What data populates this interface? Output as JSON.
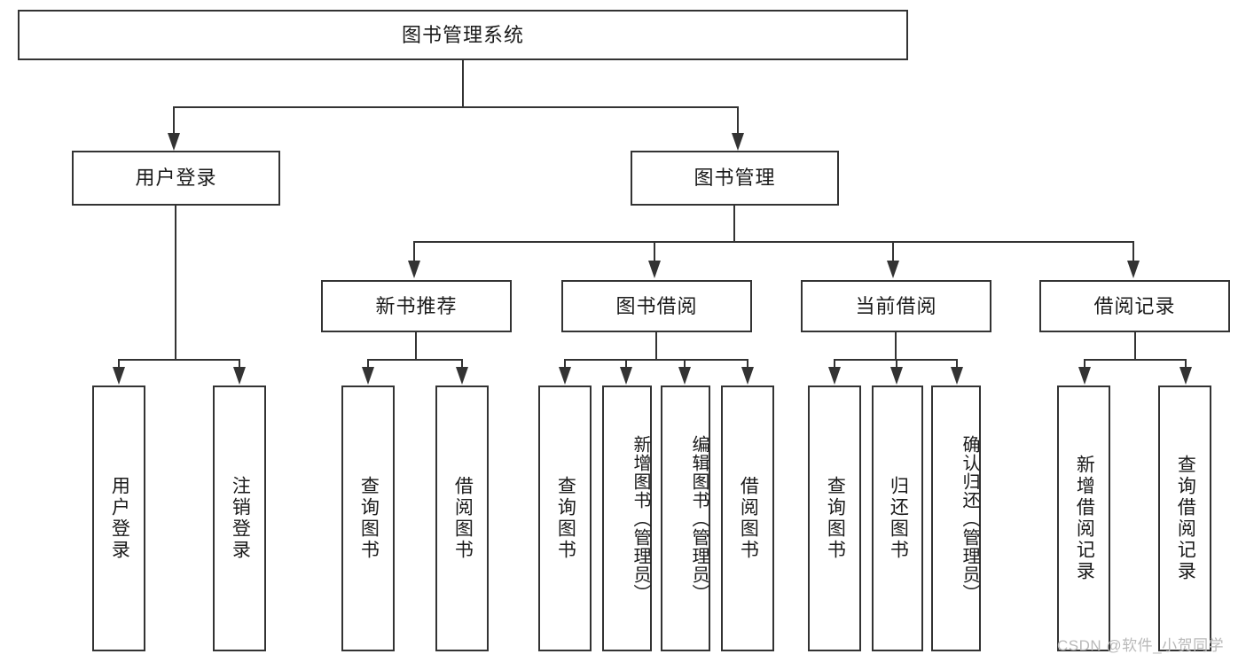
{
  "diagram": {
    "type": "tree-hierarchy",
    "root": {
      "label": "图书管理系统"
    },
    "level2": [
      {
        "label": "用户登录"
      },
      {
        "label": "图书管理"
      }
    ],
    "level3": [
      {
        "label": "新书推荐"
      },
      {
        "label": "图书借阅"
      },
      {
        "label": "当前借阅"
      },
      {
        "label": "借阅记录"
      }
    ],
    "leaves": {
      "user_login": [
        {
          "label": "用户登录"
        },
        {
          "label": "注销登录"
        }
      ],
      "new_book_recommend": [
        {
          "label": "查询图书"
        },
        {
          "label": "借阅图书"
        }
      ],
      "book_borrow": [
        {
          "label": "查询图书"
        },
        {
          "label": "新增图书（管理员）"
        },
        {
          "label": "编辑图书（管理员）"
        },
        {
          "label": "借阅图书"
        }
      ],
      "current_borrow": [
        {
          "label": "查询图书"
        },
        {
          "label": "归还图书"
        },
        {
          "label": "确认归还（管理员）"
        }
      ],
      "borrow_record": [
        {
          "label": "新增借阅记录"
        },
        {
          "label": "查询借阅记录"
        }
      ]
    }
  },
  "watermark": {
    "text": "CSDN @软件_小贺同学"
  },
  "colors": {
    "border": "#333333",
    "background": "#ffffff",
    "text": "#1a1a1a",
    "watermark": "#b9b9b9"
  }
}
